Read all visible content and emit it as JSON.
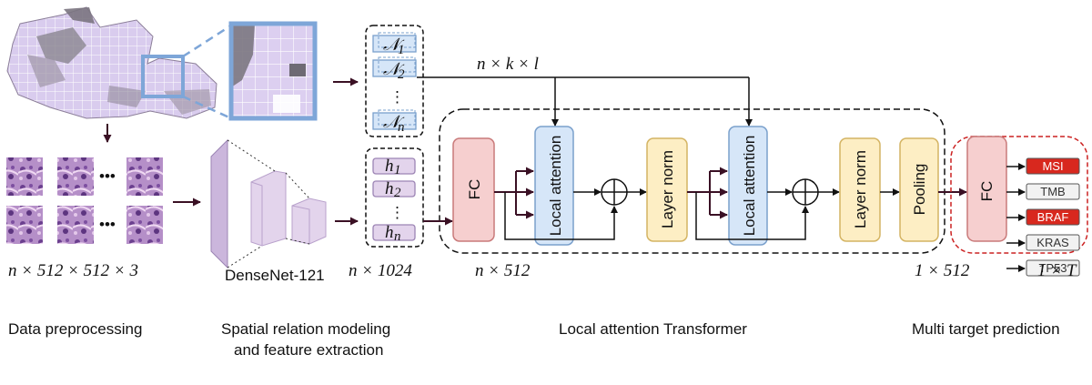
{
  "sections": {
    "preprocessing": "Data preprocessing",
    "spatial_line1": "Spatial relation modeling",
    "spatial_line2": "and feature extraction",
    "transformer": "Local attention Transformer",
    "multi_target": "Multi target prediction"
  },
  "dims": {
    "input": "n × 512 × 512 × 3",
    "features": "n × 1024",
    "embed": "n × 512",
    "pooled": "1 × 512",
    "output": "1 × T",
    "neighbors": "n × k × l"
  },
  "backbone": "DenseNet-121",
  "neighbor_items": [
    "𝒩",
    "𝒩",
    "𝒩"
  ],
  "neighbor_subs": [
    "1",
    "2",
    "n"
  ],
  "feature_items": [
    "h",
    "h",
    "h"
  ],
  "feature_subs": [
    "1",
    "2",
    "n"
  ],
  "ellipsis": "⋮",
  "dots": "•••",
  "blocks": {
    "fc": "FC",
    "local_attention_1": "Local attention",
    "layer_norm_1": "Layer norm",
    "local_attention_2": "Local attention",
    "layer_norm_2": "Layer norm",
    "pooling": "Pooling",
    "fc_out": "FC"
  },
  "targets": [
    {
      "label": "MSI",
      "highlight": true
    },
    {
      "label": "TMB",
      "highlight": false
    },
    {
      "label": "BRAF",
      "highlight": true
    },
    {
      "label": "KRAS",
      "highlight": false
    },
    {
      "label": "TP53",
      "highlight": false
    }
  ],
  "colors": {
    "fc_fill": "#f6cfcf",
    "fc_stroke": "#c97a7a",
    "attn_fill": "#d6e6f8",
    "attn_stroke": "#7aa0cc",
    "norm_fill": "#fdeec4",
    "norm_stroke": "#d4b463",
    "tissue": "#9a8fa3",
    "grid": "#c9b8e6",
    "zoom": "#7ea6d8",
    "arrow": "#3a1024",
    "highlight": "#d8281e",
    "cnn": "#d9c8e4"
  }
}
